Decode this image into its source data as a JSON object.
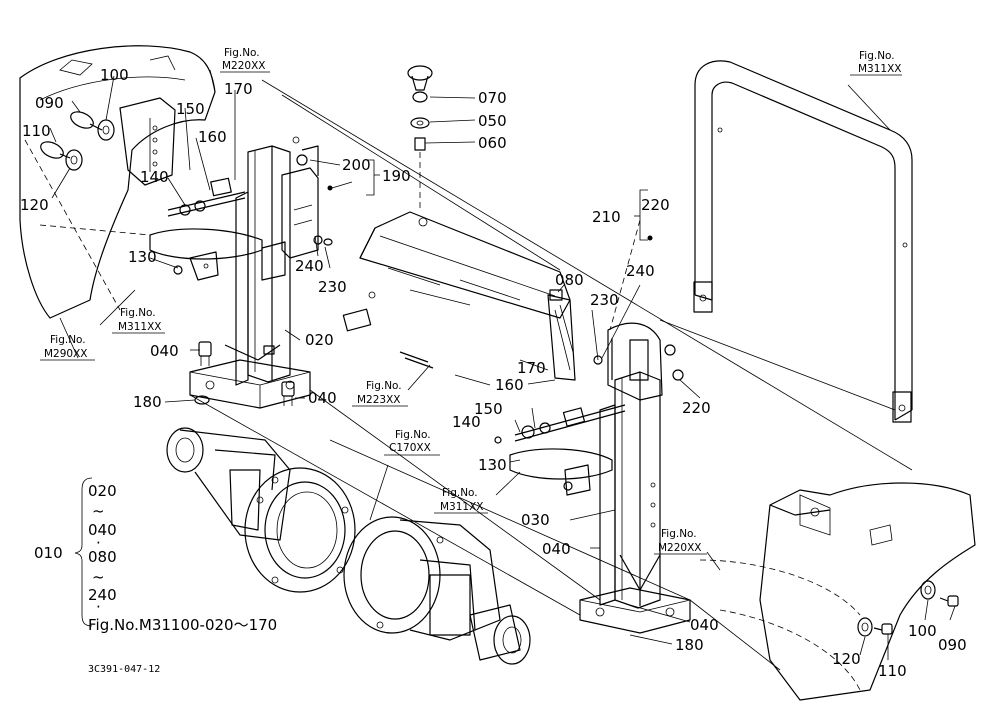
{
  "callouts": {
    "c100L": "100",
    "c090L": "090",
    "c110L": "110",
    "c120L": "120",
    "c150L": "150",
    "c170L": "170",
    "c160L": "160",
    "c140L": "140",
    "c130L": "130",
    "c200": "200",
    "c190": "190",
    "c240L": "240",
    "c230L": "230",
    "c020": "020",
    "c040a": "040",
    "c180L": "180",
    "c040b": "040",
    "c070": "070",
    "c050": "050",
    "c060": "060",
    "c220a": "220",
    "c210": "210",
    "c240R": "240",
    "c080": "080",
    "c230R": "230",
    "c170R": "170",
    "c160R": "160",
    "c150R": "150",
    "c140R": "140",
    "c130R": "130",
    "c220b": "220",
    "c030": "030",
    "c040c": "040",
    "c040d": "040",
    "c180R": "180",
    "c100R": "100",
    "c120R": "120",
    "c110R": "110",
    "c090R": "090"
  },
  "figrefs": {
    "m220a": {
      "label": "Fig.No.",
      "code": "M220XX"
    },
    "m311a": {
      "label": "Fig.No.",
      "code": "M311XX"
    },
    "m311b": {
      "label": "Fig.No.",
      "code": "M311XX"
    },
    "m290": {
      "label": "Fig.No.",
      "code": "M290XX"
    },
    "m223": {
      "label": "Fig.No.",
      "code": "M223XX"
    },
    "c170": {
      "label": "Fig.No.",
      "code": "C170XX"
    },
    "m311c": {
      "label": "Fig.No.",
      "code": "M311XX"
    },
    "m220b": {
      "label": "Fig.No.",
      "code": "M220XX"
    }
  },
  "assembly": {
    "id": "010",
    "parts": [
      "020",
      "~",
      "040",
      "·",
      "080",
      "~",
      "240",
      "·"
    ],
    "reference": "Fig.No.M31100-020～170"
  },
  "drawing_code": "3C391-047-12"
}
